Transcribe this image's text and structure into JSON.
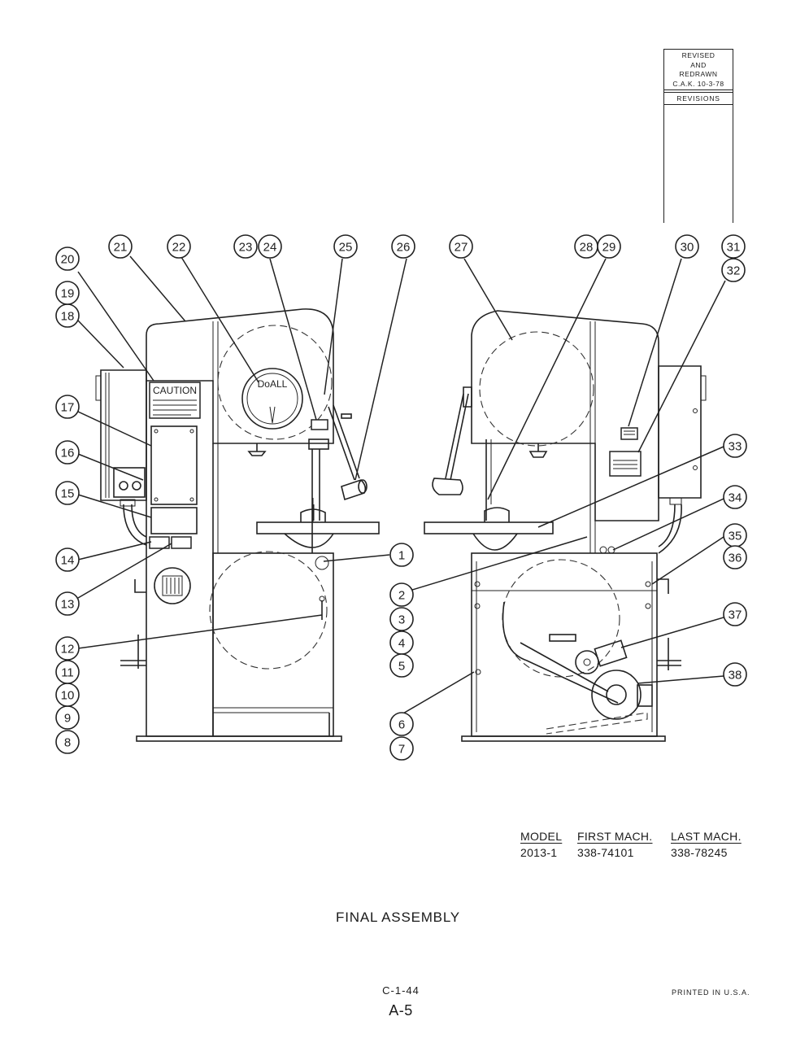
{
  "revision": {
    "lines": [
      "REVISED",
      "AND",
      "REDRAWN",
      "C.A.K. 10-3-78"
    ],
    "label": "REVISIONS"
  },
  "machine_labels": {
    "caution": "CAUTION",
    "logo": "DoALL"
  },
  "callouts": [
    "1",
    "2",
    "3",
    "4",
    "5",
    "6",
    "7",
    "8",
    "9",
    "10",
    "11",
    "12",
    "13",
    "14",
    "15",
    "16",
    "17",
    "18",
    "19",
    "20",
    "21",
    "22",
    "23",
    "24",
    "25",
    "26",
    "27",
    "28",
    "29",
    "30",
    "31",
    "32",
    "33",
    "34",
    "35",
    "36",
    "37",
    "38"
  ],
  "model_table": {
    "headers": [
      "MODEL",
      "FIRST MACH.",
      "LAST MACH."
    ],
    "row": [
      "2013-1",
      "338-74101",
      "338-78245"
    ]
  },
  "title": "FINAL ASSEMBLY",
  "sheet_code": "C-1-44",
  "page_number": "A-5",
  "printed_note": "PRINTED IN U.S.A."
}
